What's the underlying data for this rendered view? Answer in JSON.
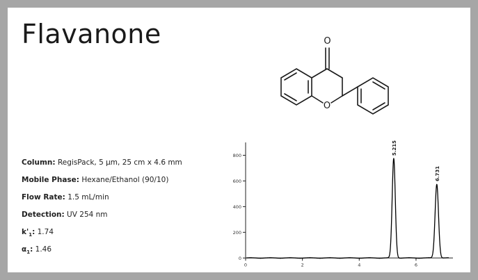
{
  "title": "Flavanone",
  "molecule": {
    "atoms": {
      "carbonyl_oxygen": "O",
      "ring_oxygen": "O"
    }
  },
  "specs": [
    {
      "label": "Column:",
      "value": " RegisPack, 5 µm, 25 cm x 4.6 mm"
    },
    {
      "label": "Mobile Phase:",
      "value": " Hexane/Ethanol (90/10)"
    },
    {
      "label": "Flow Rate:",
      "value": " 1.5 mL/min"
    },
    {
      "label": "Detection:",
      "value": " UV 254 nm"
    },
    {
      "label": "k'",
      "sub": "1",
      "suffix": ":",
      "value": " 1.74"
    },
    {
      "label": "α",
      "sub": "1",
      "suffix": ":",
      "value": " 1.46"
    }
  ],
  "colors": {
    "background": "#a6a6a6",
    "card": "#ffffff",
    "trace": "#000000"
  },
  "chart_data": {
    "type": "line",
    "title": "",
    "xlabel": "",
    "ylabel": "",
    "xlim": [
      0,
      7.3
    ],
    "ylim": [
      -20,
      900
    ],
    "xticks": [
      0,
      2,
      4,
      6
    ],
    "yticks": [
      0,
      200,
      400,
      600,
      800
    ],
    "grid": false,
    "peaks": [
      {
        "label": "5.215",
        "x": 5.215,
        "y": 775,
        "width": 0.055
      },
      {
        "label": "6.731",
        "x": 6.731,
        "y": 575,
        "width": 0.06
      }
    ],
    "baseline": 0
  }
}
